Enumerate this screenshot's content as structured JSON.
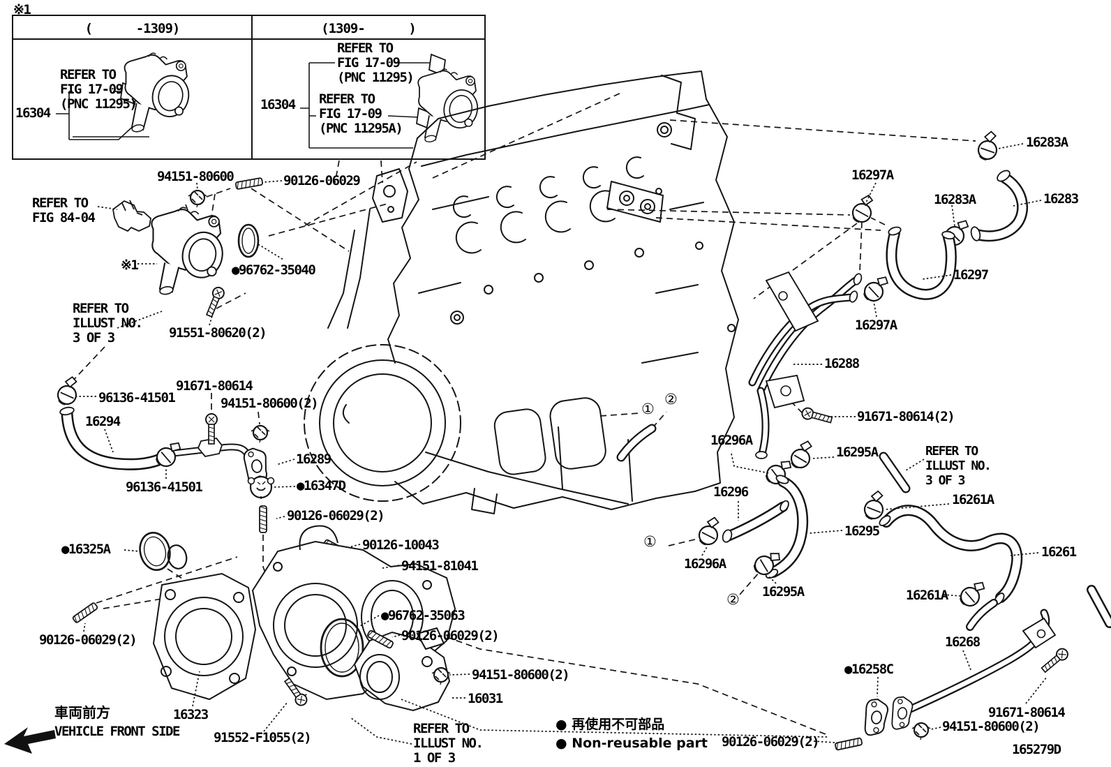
{
  "figure": {
    "code": "165279D",
    "note_marker": "※1"
  },
  "inset": {
    "left": {
      "header": "(      -1309)",
      "part": "16304",
      "ref": "REFER TO\nFIG 17-09\n(PNC 11295)"
    },
    "right": {
      "header": "(1309-      )",
      "part": "16304",
      "ref_top": "REFER TO\nFIG 17-09\n(PNC 11295)",
      "ref_bottom": "REFER TO\nFIG 17-09\n(PNC 11295A)"
    }
  },
  "front_side": {
    "jp": "車両前方",
    "en": "VEHICLE FRONT SIDE"
  },
  "legend": {
    "jp": "● 再使用不可部品",
    "en": "● Non-reusable part"
  },
  "callouts": {
    "one": "①",
    "two": "②"
  },
  "labels": {
    "nut_94151_80600_a": "94151-80600",
    "stud_90126_06029_a": "90126-06029",
    "refer_fig_84_04": "REFER TO\nFIG 84-04",
    "note_main": "※1",
    "oring_96762_35040": "●96762-35040",
    "refer_illust_3of3_left": "REFER TO\nILLUST NO.\n3 OF 3",
    "bolt_91551_80620": "91551-80620(2)",
    "clamp_96136_41501_a": "96136-41501",
    "hose_16294": "16294",
    "bolt_91671_80614_a": "91671-80614",
    "nut_94151_80600_2a": "94151-80600(2)",
    "pipe_16289": "16289",
    "clamp_96136_41501_b": "96136-41501",
    "grommet_16347d": "●16347D",
    "stud_90126_06029_2a": "90126-06029(2)",
    "stud_90126_10043": "90126-10043",
    "nut_94151_81041": "94151-81041",
    "oring_16325a": "●16325A",
    "stud_90126_06029_2b": "90126-06029(2)",
    "inlet_16323": "16323",
    "bolt_91552_f1055": "91552-F1055(2)",
    "oring_96762_35063": "●96762-35063",
    "stud_90126_06029_2c": "90126-06029(2)",
    "nut_94151_80600_2b": "94151-80600(2)",
    "valve_16031": "16031",
    "refer_illust_1of3": "REFER TO\nILLUST NO.\n1 OF 3",
    "clamp_16283a_a": "16283A",
    "clamp_16297a_a": "16297A",
    "clamp_16283a_b": "16283A",
    "hose_16283": "16283",
    "hose_16297": "16297",
    "clamp_16297a_b": "16297A",
    "pipe_16288": "16288",
    "bolt_91671_80614_2": "91671-80614(2)",
    "clamp_16296a_a": "16296A",
    "clamp_16295a_a": "16295A",
    "refer_illust_3of3_right": "REFER TO\nILLUST NO.\n3 OF 3",
    "hose_16296": "16296",
    "clamp_16261a_a": "16261A",
    "hose_16295": "16295",
    "clamp_16296a_b": "16296A",
    "clamp_16295a_b": "16295A",
    "hose_16261": "16261",
    "clamp_16261a_b": "16261A",
    "pipe_16268": "16268",
    "gasket_16258c": "●16258C",
    "bolt_91671_80614_b": "91671-80614",
    "nut_94151_80600_2c": "94151-80600(2)",
    "stud_90126_06029_2d": "90126-06029(2)"
  }
}
